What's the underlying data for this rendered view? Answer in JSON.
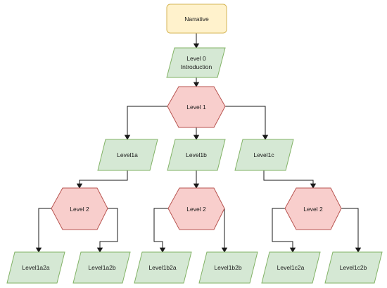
{
  "diagram": {
    "colors": {
      "narrative_fill": "#fff2cc",
      "narrative_stroke": "#d6b656",
      "parallelogram_fill": "#d5e8d4",
      "parallelogram_stroke": "#82b366",
      "hexagon_fill": "#f8cecc",
      "hexagon_stroke": "#b85450",
      "edge": "#1a1a1a"
    },
    "nodes": {
      "narrative": "Narrative",
      "level0_line1": "Level 0",
      "level0_line2": "Introduction",
      "level1": "Level 1",
      "level1a": "Level1a",
      "level1b": "Level1b",
      "level1c": "Level1c",
      "level2_a": "Level 2",
      "level2_b": "Level 2",
      "level2_c": "Level 2",
      "level1a2a": "Level1a2a",
      "level1a2b": "Level1a2b",
      "level1b2a": "Level1b2a",
      "level1b2b": "Level1b2b",
      "level1c2a": "Level1c2a",
      "level1c2b": "Level1c2b"
    }
  }
}
